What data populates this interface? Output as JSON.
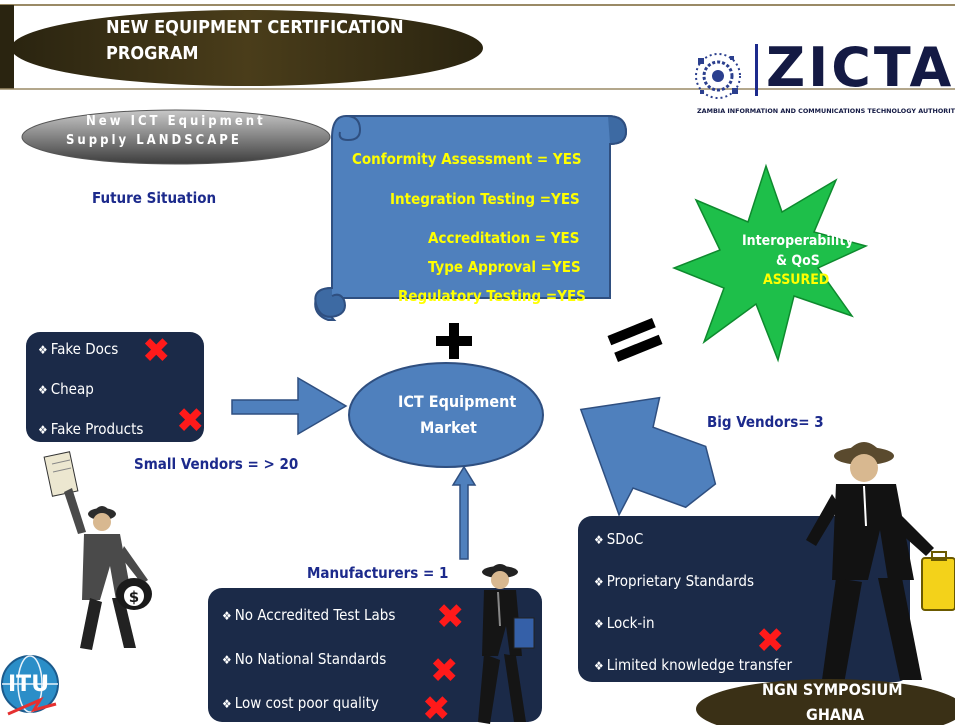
{
  "header": {
    "title_line1": "NEW EQUIPMENT CERTIFICATION",
    "title_line2": "PROGRAM"
  },
  "logo": {
    "name": "ZICTA",
    "tagline": "ZAMBIA INFORMATION AND COMMUNICATIONS TECHNOLOGY AUTHORITY"
  },
  "landscape_badge": {
    "line1": "New ICT Equipment",
    "line2": "Supply LANDSCAPE"
  },
  "future_situation": "Future Situation",
  "scroll": {
    "items": [
      "Conformity Assessment = YES",
      "Integration Testing =YES",
      "Accreditation = YES",
      "Type Approval =YES",
      "Regulatory Testing =YES"
    ]
  },
  "plus_sign": "+",
  "equals_sign": "=",
  "starburst": {
    "line1": "Interoperability",
    "line2": "& QoS",
    "line3": "ASSURED"
  },
  "market": {
    "line1": "ICT Equipment",
    "line2": "Market"
  },
  "small_vendors": {
    "items": [
      "Fake Docs",
      "Cheap",
      "Fake Products"
    ],
    "label": "Small Vendors = > 20"
  },
  "big_vendors": {
    "label": "Big Vendors= 3",
    "items": [
      "SDoC",
      "Proprietary Standards",
      "Lock-in",
      "Limited knowledge transfer"
    ]
  },
  "manufacturers": {
    "label": "Manufacturers = 1",
    "items": [
      "No Accredited Test Labs",
      "No National Standards",
      "Low cost poor  quality"
    ]
  },
  "footer": {
    "line1": "NGN SYMPOSIUM",
    "line2": "GHANA"
  },
  "itu_logo": "ITU",
  "colors": {
    "title_bar": "#3a3016",
    "scroll": "#4f80bd",
    "navy_box": "#1b2a48",
    "starburst": "#1ebf4a",
    "market": "#4f80bd",
    "cross": "#ff1a1a",
    "label": "#1c2a8c",
    "highlight": "#ffff00"
  }
}
